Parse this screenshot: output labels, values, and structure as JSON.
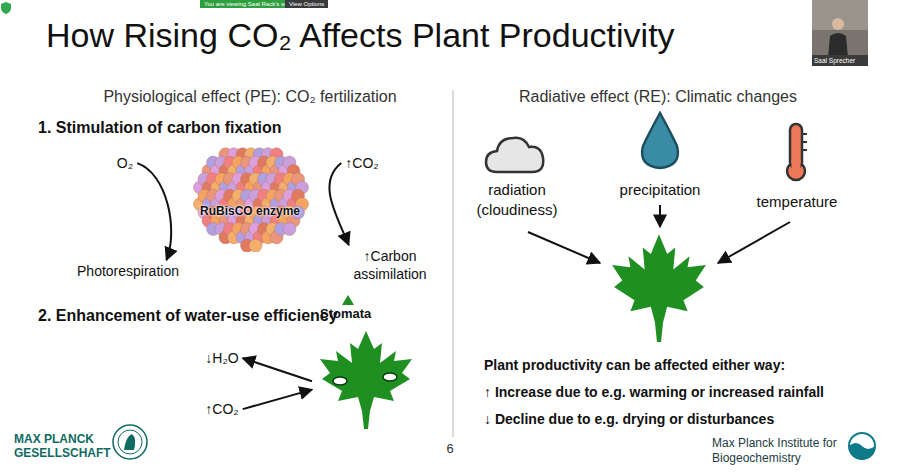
{
  "diagram": {
    "title": "How Rising CO₂ Affects Plant Productivity",
    "nodes": [
      {
        "text": [
          "O₂"
        ]
      },
      {
        "text": [
          "RuBisCO enzyme"
        ]
      },
      {
        "text": [
          "↑CO₂"
        ]
      },
      {
        "text": [
          "Photorespiration"
        ]
      },
      {
        "text": [
          "↑Carbon assimilation"
        ]
      },
      {
        "text": [
          "Stomata"
        ]
      },
      {
        "text": [
          "↓H₂O"
        ]
      },
      {
        "text": [
          "↑CO₂"
        ]
      }
    ],
    "edges": [
      {
        "from": 0,
        "to": 3,
        "arrow": "to"
      },
      {
        "from": 2,
        "to": 4,
        "arrow": "to"
      },
      {
        "from": 5,
        "to": 6,
        "arrow": "to"
      },
      {
        "from": 7,
        "to": 5,
        "arrow": "to"
      }
    ],
    "labels": [
      "Physiological effect (PE): CO₂ fertilization",
      "1. Stimulation of carbon fixation",
      "2. Enhancement of water-use efficiency",
      "Radiative effect (RE): Climatic changes",
      "radiation (cloudiness)",
      "precipitation",
      "temperature",
      "Plant productivity can be affected either way:",
      "↑ Increase due to e.g. warming or increased rainfall",
      "↓ Decline due to e.g. drying or disturbances",
      "MAX PLANCK GESELLSCHAFT",
      "6",
      "Max Planck Institute for Biogeochemistry",
      "You are viewing Saal Rack's screen",
      "View Options",
      "Saal Sprecher"
    ]
  }
}
